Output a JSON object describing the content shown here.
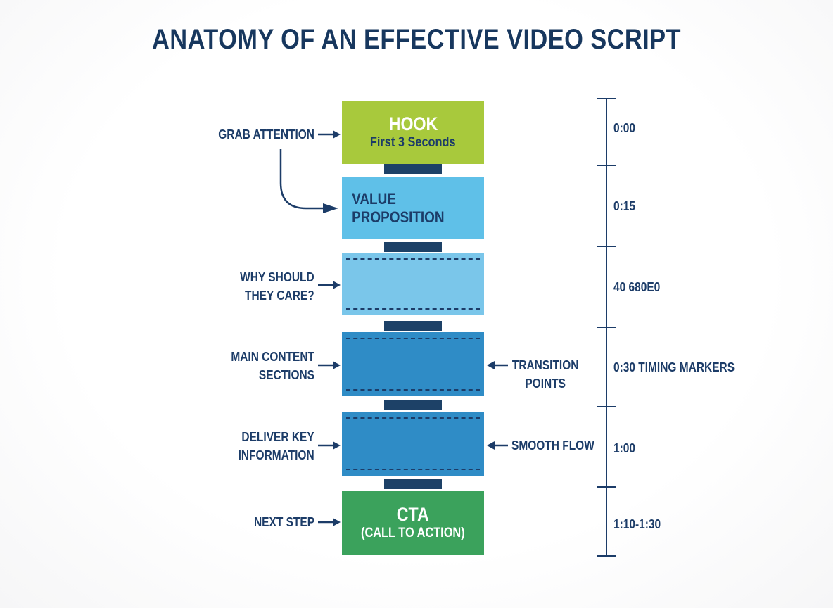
{
  "title": "ANATOMY OF AN EFFECTIVE VIDEO SCRIPT",
  "colors": {
    "navy_text": "#1c3c68",
    "connector_navy": "#1d4167",
    "hook_green": "#a8c93c",
    "value_proposition_blue": "#5fc0e8",
    "pale_blue": "#7ac6ea",
    "mid_blue": "#2f8cc6",
    "cta_green": "#3ba25c"
  },
  "diagram": {
    "boxes": {
      "hook": {
        "title": "HOOK",
        "subtitle": "First 3 Seconds"
      },
      "value_proposition": {
        "title": "VALUE PROPOSITION"
      },
      "cta": {
        "title": "CTA",
        "subtitle": "(CALL TO ACTION)"
      }
    },
    "left_labels": {
      "grab_attention": "GRAB ATTENTION",
      "why_should": {
        "line1": "WHY SHOULD",
        "line2": "THEY CARE?"
      },
      "main_content": {
        "line1": "MAIN CONTENT",
        "line2": "SECTIONS"
      },
      "deliver_key": {
        "line1": "DELIVER KEY",
        "line2": "INFORMATION"
      },
      "next_step": "NEXT STEP"
    },
    "right_labels": {
      "transition_points": {
        "line1": "TRANSITION",
        "line2": "POINTS"
      },
      "smooth_flow": "SMOOTH FLOW"
    },
    "timeline": {
      "t1": "0:00",
      "t2": "0:15",
      "t3": "40 680E0",
      "t4": "0:30 TIMING MARKERS",
      "t5": "1:00",
      "t6": "1:10-1:30"
    }
  }
}
